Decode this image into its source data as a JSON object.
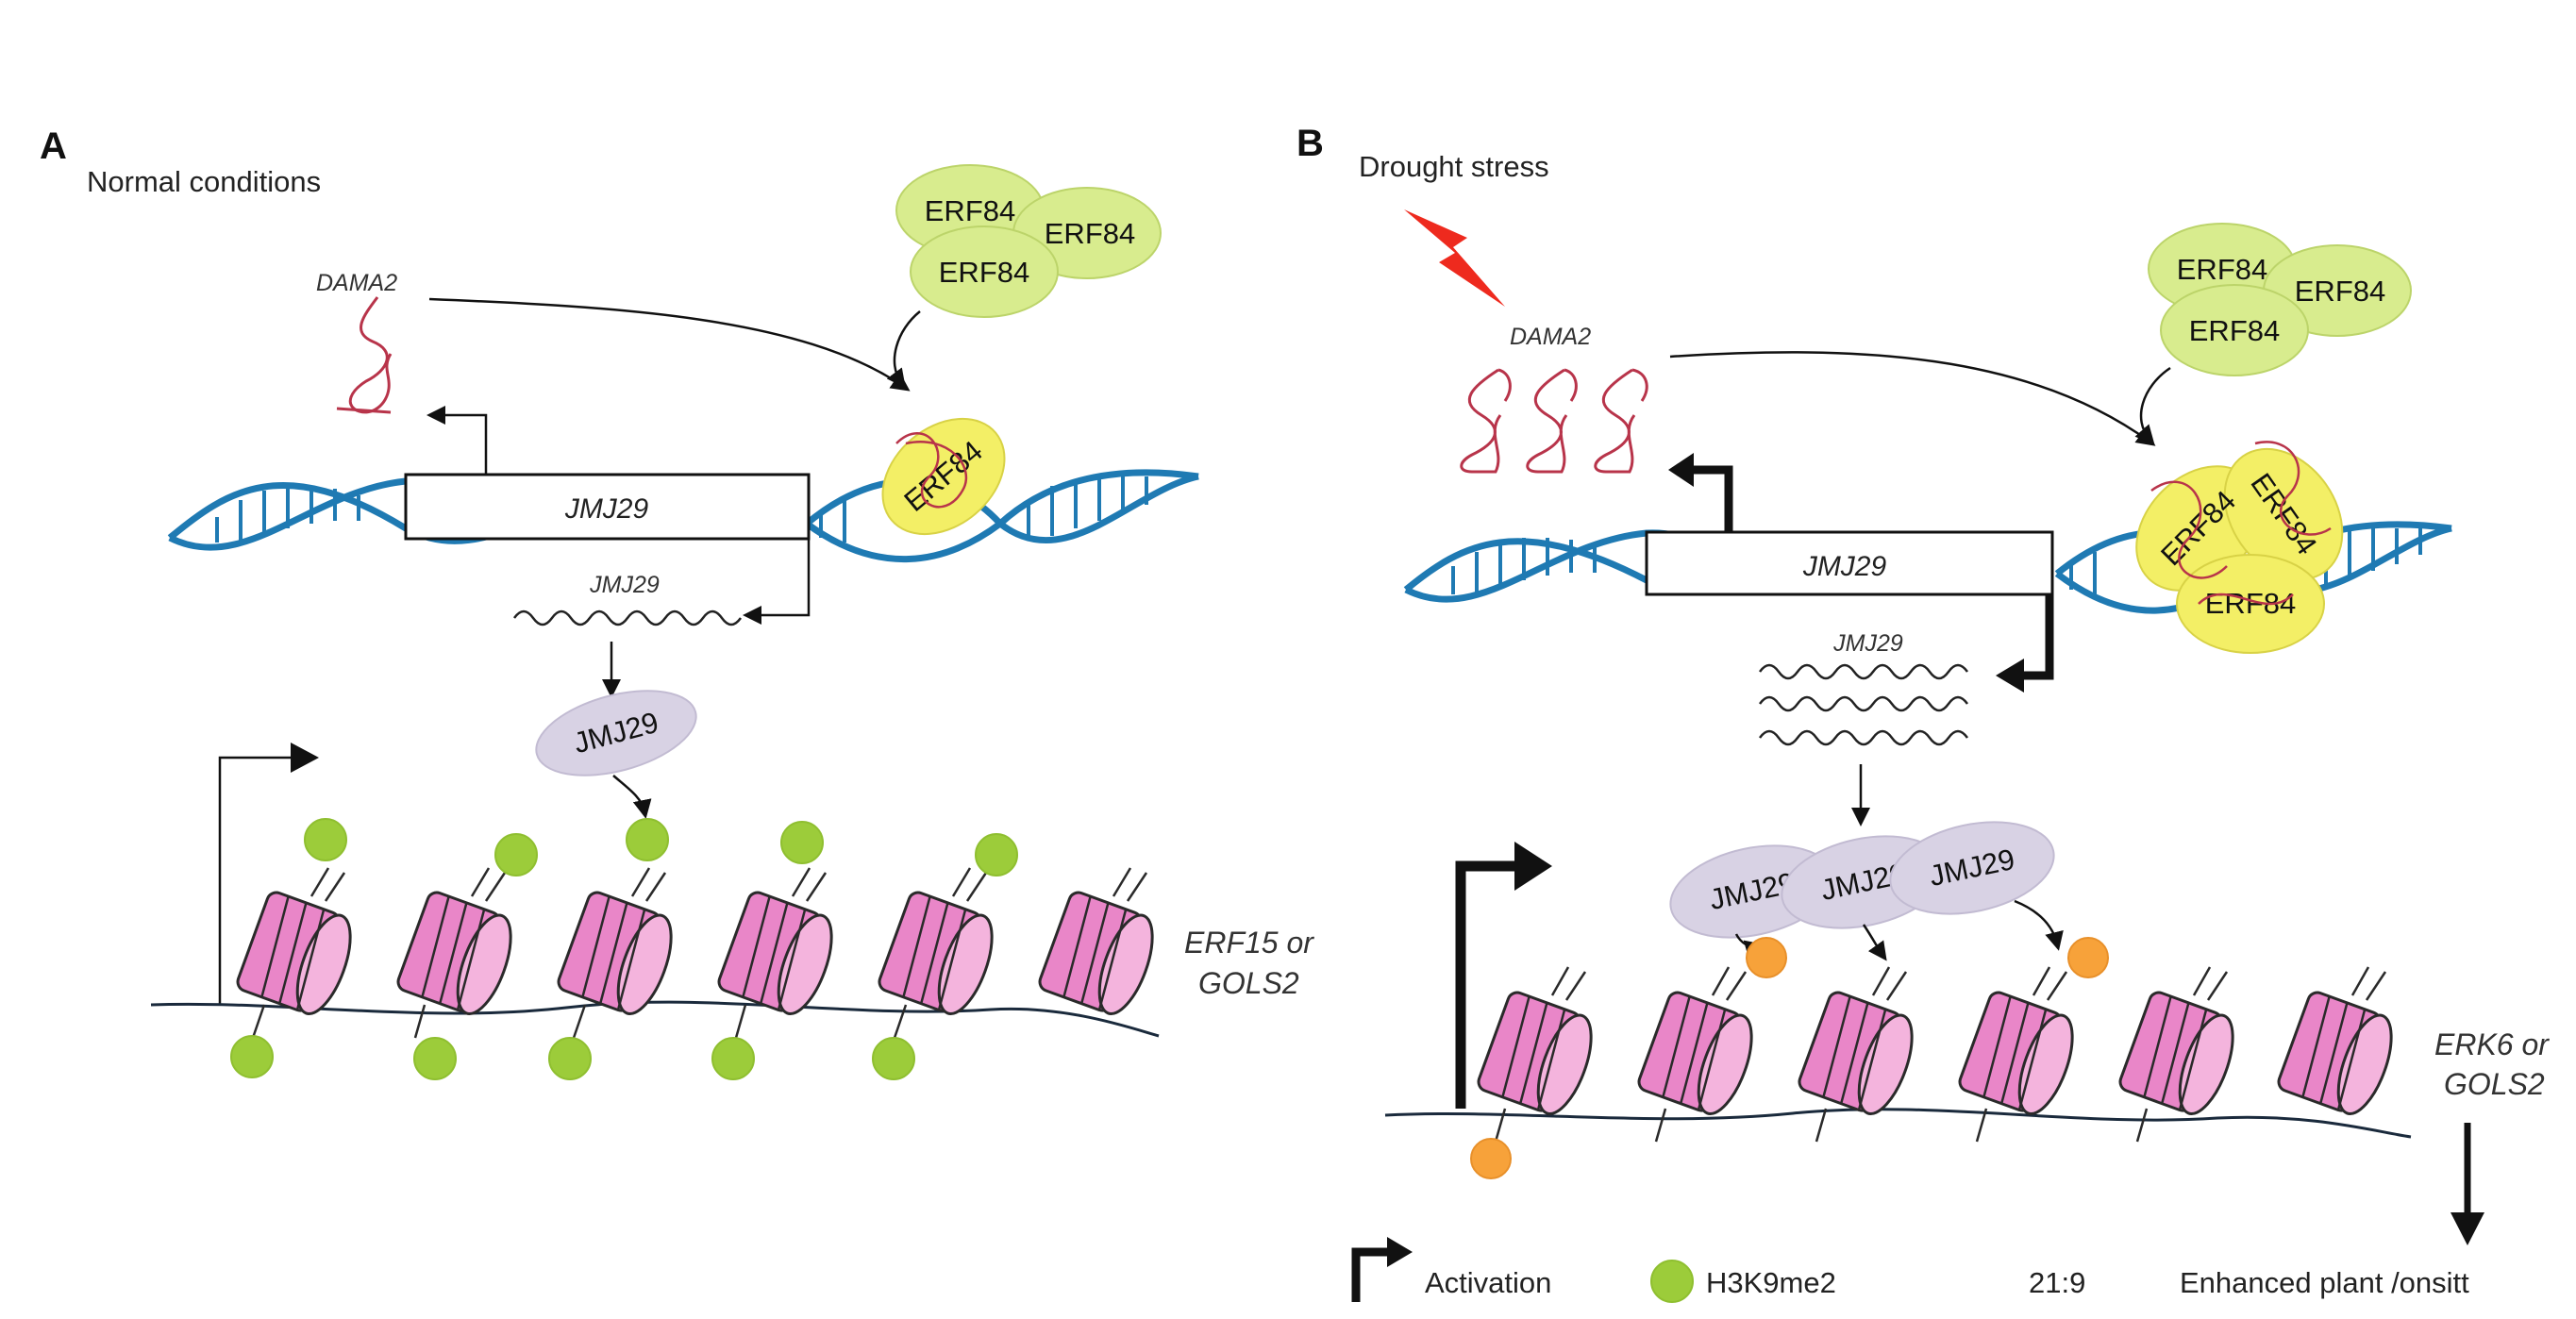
{
  "panel_a": {
    "letter": "A",
    "condition": "Normal conditions",
    "dama2_label": "DAMA2",
    "gene_box_label": "JMJ29",
    "transcript_label": "JMJ29",
    "protein_label": "JMJ29",
    "erf84_cluster": [
      "ERF84",
      "ERF84",
      "ERF84"
    ],
    "erf84_bound": "ERF84",
    "target_line1": "ERF15 or",
    "target_line2": "GOLS2"
  },
  "panel_b": {
    "letter": "B",
    "condition": "Drought stress",
    "dama2_label": "DAMA2",
    "gene_box_label": "JMJ29",
    "transcript_label": "JMJ29",
    "protein_labels": [
      "JMJ29",
      "JMJ29",
      "JMJ29"
    ],
    "erf84_cluster": [
      "ERF84",
      "ERF84",
      "ERF84"
    ],
    "erf84_bound": [
      "ERF84",
      "ERF84",
      "ERF84"
    ],
    "target_line1": "ERK6 or",
    "target_line2": "GOLS2"
  },
  "legend": {
    "activation": "Activation",
    "h3k9me2": "H3K9me2",
    "ratio": "21:9",
    "enhanced": "Enhanced plant /onsitt"
  },
  "colors": {
    "dna_blue": "#1f7ab3",
    "nucleosome_pink": "#e986c8",
    "h3k9me2_green": "#9ccc3a",
    "orange_mark": "#f7a23a",
    "erf84_green": "#d8ec8e",
    "erf84_yellow": "#f3ef66",
    "jmj29_lavender": "#d8d2e4",
    "rna_red": "#b8344a",
    "bolt_red": "#ee2a1e"
  }
}
